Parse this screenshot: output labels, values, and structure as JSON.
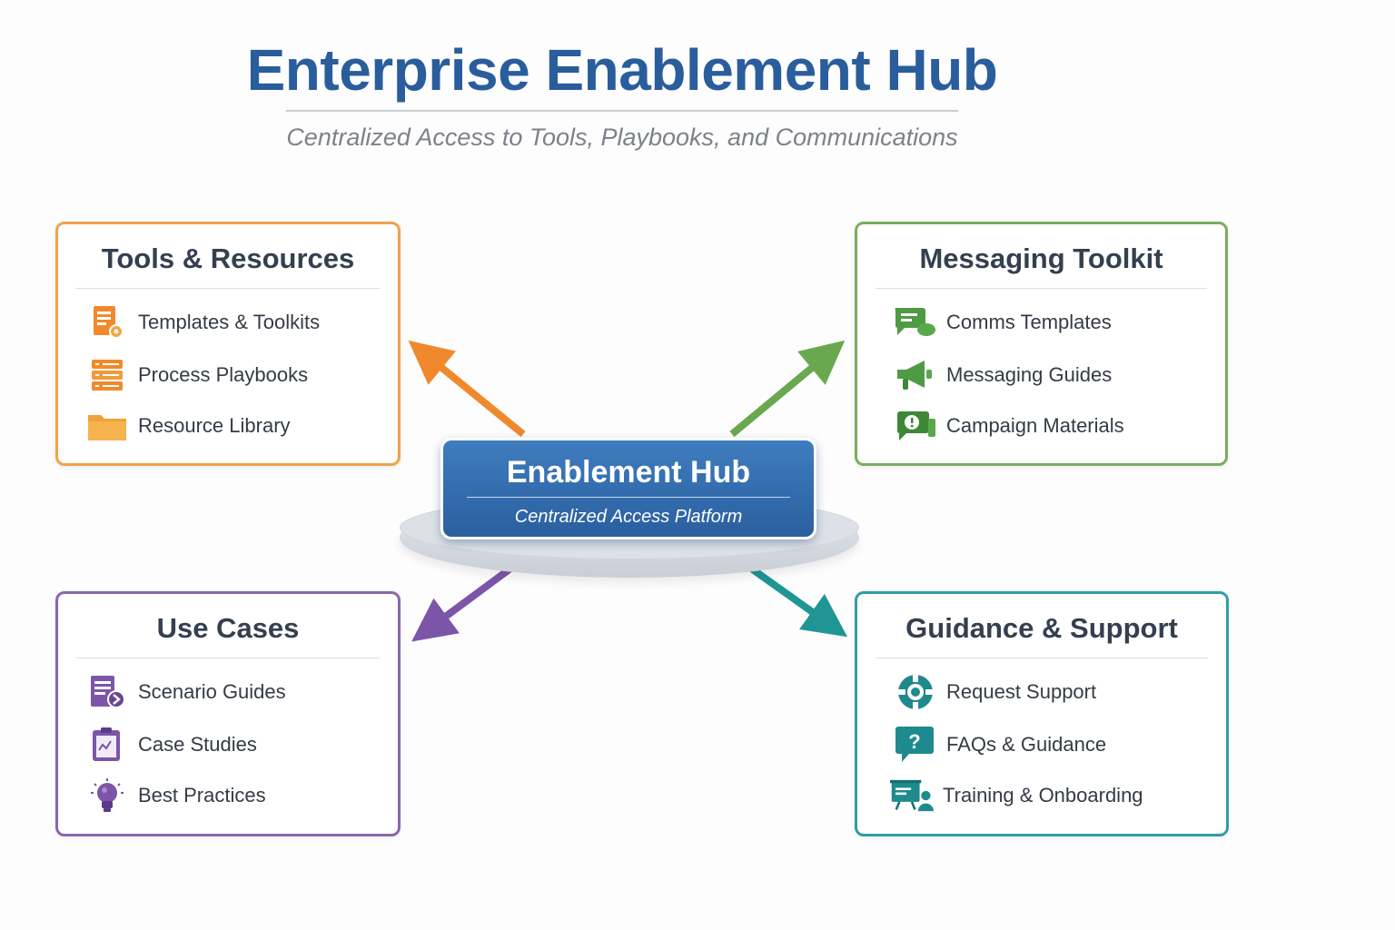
{
  "header": {
    "title": "Enterprise Enablement Hub",
    "subtitle": "Centralized Access to Tools, Playbooks, and Communications"
  },
  "hub": {
    "title": "Enablement Hub",
    "subtitle": "Centralized Access Platform",
    "color": "#2f6aae"
  },
  "cards": {
    "tools": {
      "title": "Tools & Resources",
      "color": "#f0a24a",
      "items": [
        {
          "label": "Templates & Toolkits",
          "icon": "document-gear-icon"
        },
        {
          "label": "Process Playbooks",
          "icon": "stacked-list-icon"
        },
        {
          "label": "Resource Library",
          "icon": "folder-icon"
        }
      ]
    },
    "messaging": {
      "title": "Messaging Toolkit",
      "color": "#79ad5b",
      "items": [
        {
          "label": "Comms Templates",
          "icon": "chat-bubbles-icon"
        },
        {
          "label": "Messaging Guides",
          "icon": "megaphone-icon"
        },
        {
          "label": "Campaign Materials",
          "icon": "alert-chat-icon"
        }
      ]
    },
    "usecases": {
      "title": "Use Cases",
      "color": "#8a67ad",
      "items": [
        {
          "label": "Scenario Guides",
          "icon": "document-arrow-icon"
        },
        {
          "label": "Case Studies",
          "icon": "clipboard-icon"
        },
        {
          "label": "Best Practices",
          "icon": "lightbulb-icon"
        }
      ]
    },
    "guidance": {
      "title": "Guidance & Support",
      "color": "#2f9ea7",
      "items": [
        {
          "label": "Request Support",
          "icon": "lifebuoy-icon"
        },
        {
          "label": "FAQs & Guidance",
          "icon": "question-bubble-icon"
        },
        {
          "label": "Training & Onboarding",
          "icon": "presentation-icon"
        }
      ]
    }
  }
}
